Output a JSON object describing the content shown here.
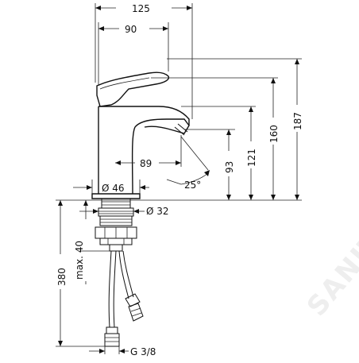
{
  "drawing": {
    "dimensions": {
      "total_width": "125",
      "spout_reach": "90",
      "base_to_spout": "89",
      "height_overall": "187",
      "height_lever": "160",
      "height_spout_top": "121",
      "height_outlet": "93",
      "outlet_angle": "25°",
      "base_diameter": "Ø 46",
      "shank_diameter": "Ø 32",
      "shank_length": "max. 40",
      "hose_length": "380",
      "connection_thread": "G 3/8"
    },
    "watermark": "SANITINO"
  }
}
